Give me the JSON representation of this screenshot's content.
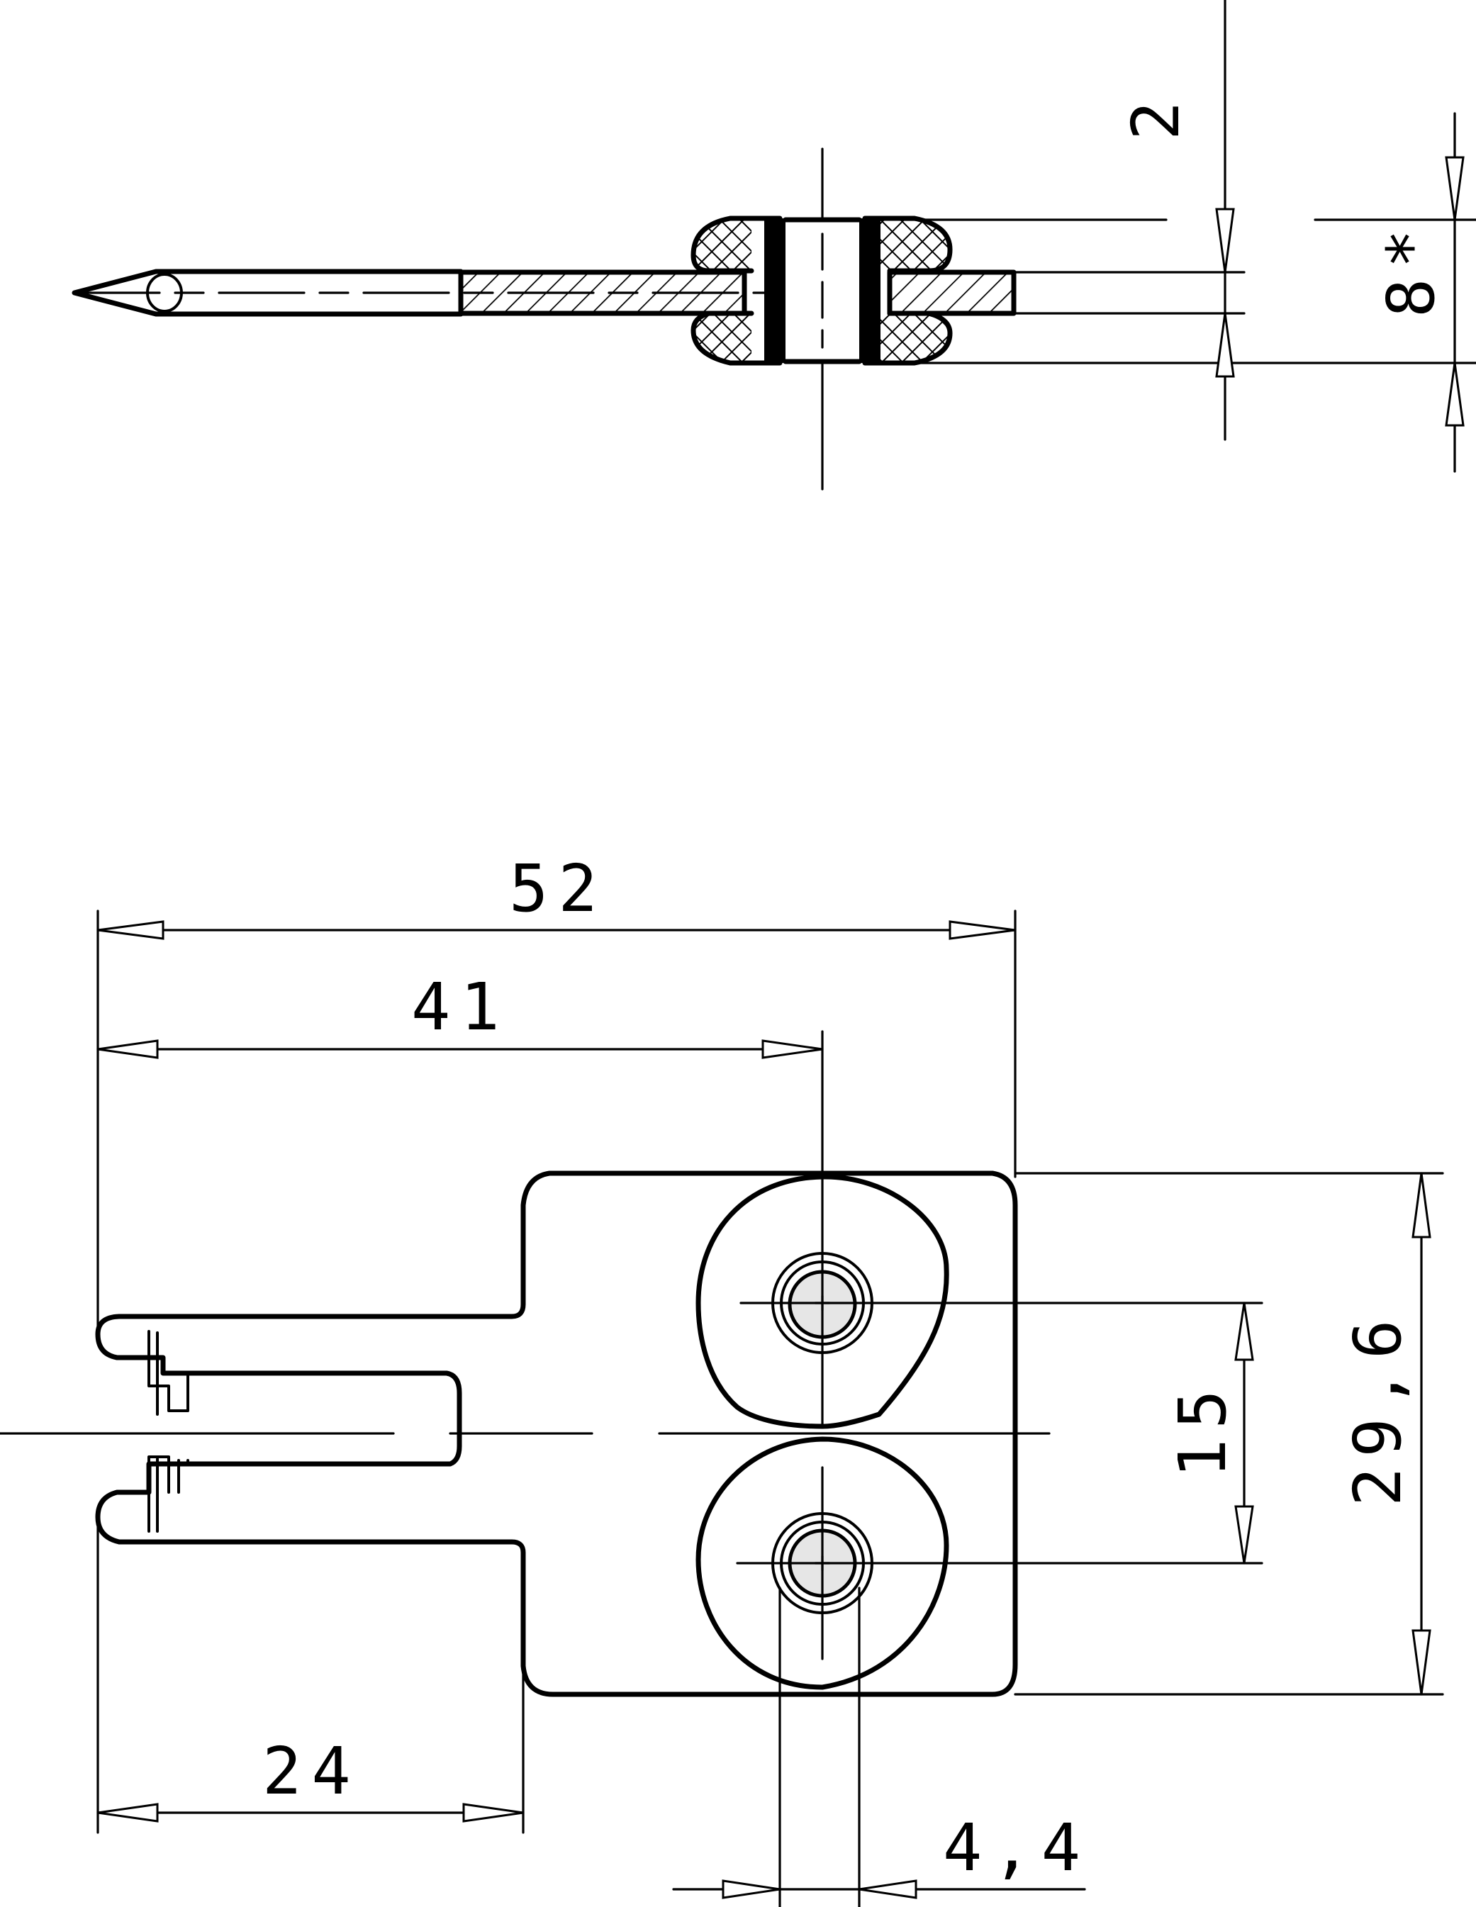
{
  "drawing": {
    "side_view": {
      "dimensions": {
        "thickness": "2",
        "height": "8*"
      }
    },
    "top_view": {
      "dimensions": {
        "overall_length": "52",
        "center_distance": "41",
        "base_length": "24",
        "pitch": "15",
        "height": "29,6",
        "bore": "4,4"
      }
    },
    "colors": {
      "line": "#000000",
      "pin_fill": "#e6e6e6",
      "background": "#ffffff"
    }
  }
}
